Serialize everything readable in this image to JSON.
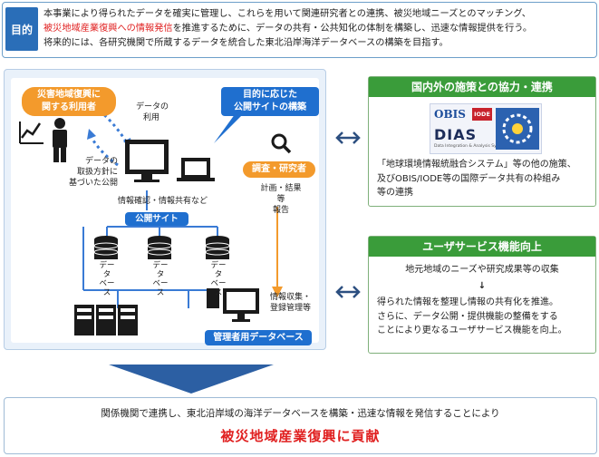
{
  "purpose": {
    "tag": "目的",
    "line1": "本事業により得られたデータを確実に管理し、これらを用いて関連研究者との連携、被災地域ニーズとのマッチング、",
    "line2_red": "被災地域産業復興への情報発信",
    "line2_rest": "を推進するために、データの共有・公共知化の体制を構築し、迅速な情報提供を行う。",
    "line3": "将来的には、各研究機関で所蔵するデータを統合した東北沿岸海洋データベースの構築を目指す。"
  },
  "diagram": {
    "users_pill": [
      "災害地域復興に",
      "関する利用者"
    ],
    "data_use": [
      "データの",
      "利用"
    ],
    "public_site_build": [
      "目的に応じた",
      "公開サイトの構築"
    ],
    "data_policy": [
      "データの",
      "取扱方針に",
      "基づいた公開"
    ],
    "researchers_pill": "調査・研究者",
    "plan_report": [
      "計画・結果等",
      "報告"
    ],
    "info_share": "情報確認・情報共有など",
    "public_site": "公開サイト",
    "db_labels": [
      [
        "デー",
        "タ",
        "ベー",
        "ス"
      ],
      [
        "デー",
        "タ",
        "ベー",
        "ス"
      ],
      [
        "デー",
        "タ",
        "ベー",
        "ス"
      ]
    ],
    "info_collect": [
      "情報収集・",
      "登録管理等"
    ],
    "admin_db": "管理者用データベース"
  },
  "right_top": {
    "header": "国内外の施策との協力・連携",
    "logo_obis": "OBIS",
    "logo_iode": "IODE",
    "logo_dias": "DIAS",
    "logo_dias_sub": "Data Integration & Analysis System",
    "text": [
      "「地球環境情報統融合システム」等の他の施策、",
      "及びOBIS/IODE等の国際データ共有の枠組み",
      "等の連携"
    ]
  },
  "right_bottom": {
    "header": "ユーザサービス機能向上",
    "line1": "地元地域のニーズや研究成果等の収集",
    "arrow": "↓",
    "text": [
      "得られた情報を整理し情報の共有化を推進。",
      "さらに、データ公開・提供機能の整備をする",
      "ことにより更なるユーザサービス機能を向上。"
    ]
  },
  "result": {
    "line": "関係機関で連携し、東北沿岸域の海洋データベースを構築・迅速な情報を発信することにより",
    "title": "被災地域産業復興に貢献"
  },
  "colors": {
    "blue": "#1f6fcf",
    "orange": "#f39a2c",
    "green": "#3a9c3a",
    "red": "#e02020",
    "navy": "#2c4f80"
  }
}
